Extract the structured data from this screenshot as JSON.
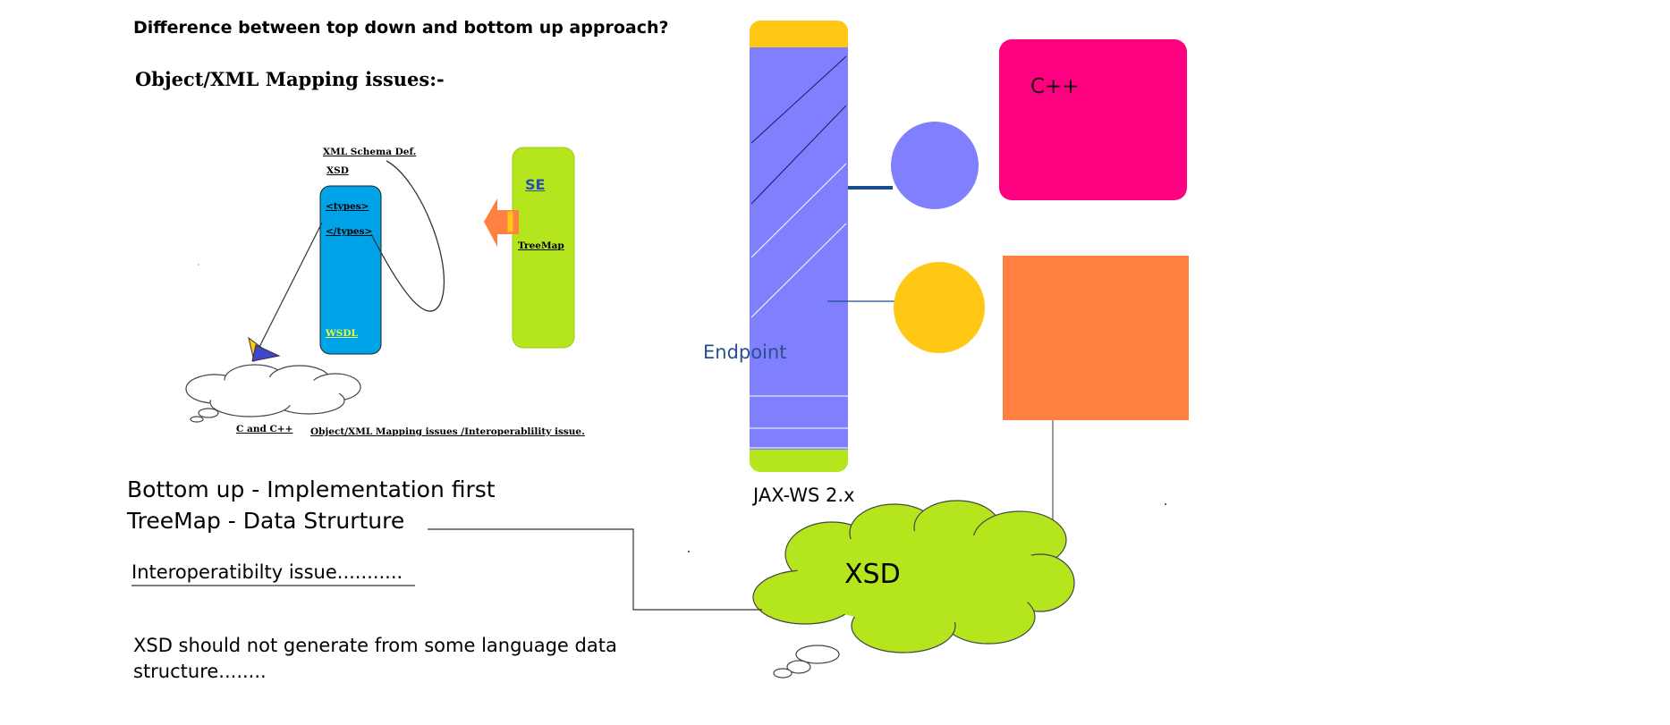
{
  "question": "Difference between top down and bottom up approach?",
  "mapping_title": "Object/XML Mapping issues:-",
  "left_diagram": {
    "schema_def": "XML Schema Def.",
    "xsd": "XSD",
    "types_open": "<types>",
    "types_close": "</types>",
    "wsdl": "WSDL",
    "se": "SE",
    "treemap": "TreeMap",
    "c_and_cpp": "C and C++",
    "issue_note": "Object/XML Mapping issues /Interoperablility issue."
  },
  "notes": {
    "bottom_up": "Bottom up - Implementation first",
    "treemap_ds": "TreeMap - Data Strurture",
    "interop": "Interoperatibilty issue...........",
    "xsd_note": "XSD should not generate from some language data structure........"
  },
  "right_diagram": {
    "endpoint": "Endpoint",
    "jaxws": "JAX-WS 2.x",
    "cpp": "C++",
    "xsd": "XSD"
  },
  "colors": {
    "lavender": "#8080ff",
    "gold": "#ffc814",
    "lime": "#b5e61d",
    "magenta": "#ff0080",
    "orange": "#ff8040",
    "sky": "#00a2e8"
  }
}
